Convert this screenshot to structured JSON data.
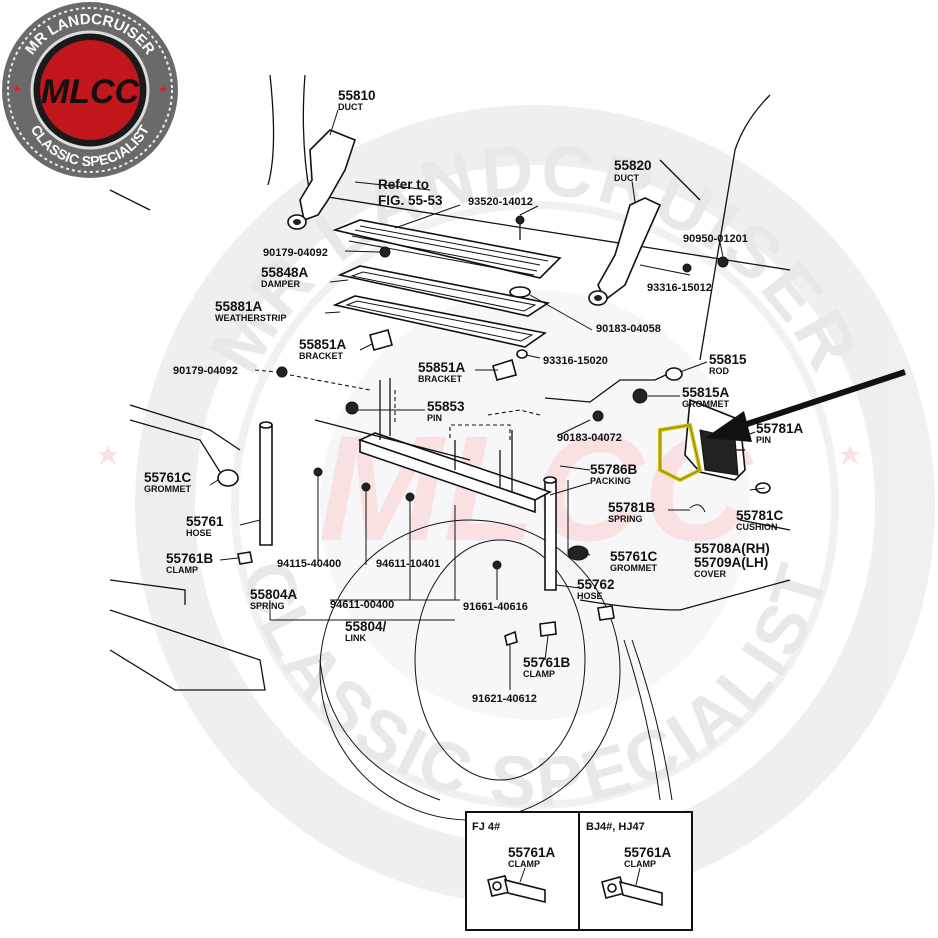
{
  "logo": {
    "top_text": "MR LANDCRUISER",
    "bottom_text": "CLASSIC SPECIALIST",
    "mark": "MLCC"
  },
  "watermark": {
    "top_text": "MR LANDCRUISER",
    "bottom_text": "CLASSIC SPECIALIST",
    "mark": "MLCC"
  },
  "labels": {
    "p55810": "55810",
    "p55810_name": "DUCT",
    "refer_line1": "Refer to",
    "refer_line2": "FIG. 55-53",
    "p93520": "93520-14012",
    "p55820": "55820",
    "p55820_name": "DUCT",
    "p90950": "90950-01201",
    "p90179_a": "90179-04092",
    "p55848A": "55848A",
    "p55848A_name": "DAMPER",
    "p93316_a": "93316-15012",
    "p55881A": "55881A",
    "p55881A_name": "WEATHERSTRIP",
    "p90183_a": "90183-04058",
    "p55851A_a": "55851A",
    "p55851A_a_name": "BRACKET",
    "p93316_b": "93316-15020",
    "p55815": "55815",
    "p55815_name": "ROD",
    "p90179_b": "90179-04092",
    "p55851A_b": "55851A",
    "p55851A_b_name": "BRACKET",
    "p55815A": "55815A",
    "p55815A_name": "GROMMET",
    "p55853": "55853",
    "p55853_name": "PIN",
    "p55781A": "55781A",
    "p55781A_name": "PIN",
    "p90183_b": "90183-04072",
    "p55761C_a": "55761C",
    "p55761C_a_name": "GROMMET",
    "p55786B": "55786B",
    "p55786B_name": "PACKING",
    "p55781B": "55781B",
    "p55781B_name": "SPRING",
    "p55781C": "55781C",
    "p55781C_name": "CUSHION",
    "p55761": "55761",
    "p55761_name": "HOSE",
    "p55708A": "55708A(RH)",
    "p55709A": "55709A(LH)",
    "p55708A_name": "COVER",
    "p55761B_a": "55761B",
    "p55761B_a_name": "CLAMP",
    "p94115": "94115-40400",
    "p94611_a": "94611-10401",
    "p55761C_b": "55761C",
    "p55761C_b_name": "GROMMET",
    "p55762": "55762",
    "p55762_name": "HOSE",
    "p55804A": "55804A",
    "p55804A_name": "SPRING",
    "p94611_b": "94611-00400",
    "p91661": "91661-40616",
    "p55804": "55804/",
    "p55804_name": "LINK",
    "p55761B_b": "55761B",
    "p55761B_b_name": "CLAMP",
    "p91621": "91621-40612"
  },
  "inset": {
    "left_title": "FJ 4#",
    "left_part": "55761A",
    "left_name": "CLAMP",
    "right_title": "BJ4#, HJ47",
    "right_part": "55761A",
    "right_name": "CLAMP"
  },
  "highlight": {
    "color": "#d4c21a",
    "arrow_color": "#111111",
    "target": "55708A(RH) cover frame"
  }
}
